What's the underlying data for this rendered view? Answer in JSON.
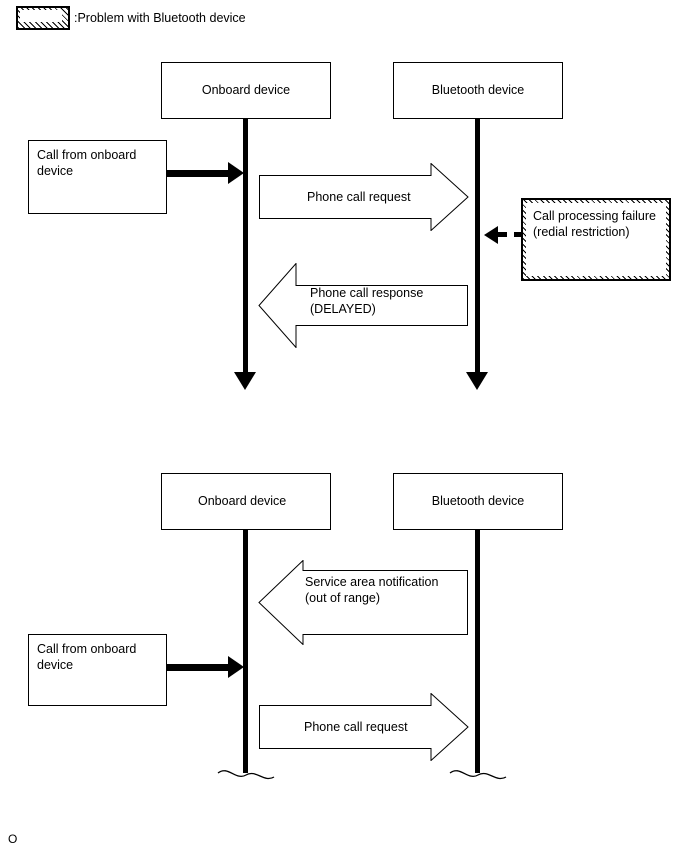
{
  "legend": {
    "label": ":Problem with Bluetooth device"
  },
  "diagram1": {
    "onboard_device": "Onboard device",
    "bluetooth_device": "Bluetooth device",
    "call_from_onboard": "Call from onboard device",
    "phone_call_request": "Phone call request",
    "phone_call_response": "Phone call response (DELAYED)",
    "phone_call_response_line1": "Phone call response",
    "phone_call_response_line2": "(DELAYED)",
    "call_processing_failure_line1": "Call processing failure",
    "call_processing_failure_line2": "(redial restriction)"
  },
  "diagram2": {
    "onboard_device": "Onboard device",
    "bluetooth_device": "Bluetooth device",
    "call_from_onboard": "Call from onboard device",
    "service_area_notification": "Service area notification (out of range)",
    "phone_call_request": "Phone call request"
  },
  "footer": {
    "text": "O"
  }
}
